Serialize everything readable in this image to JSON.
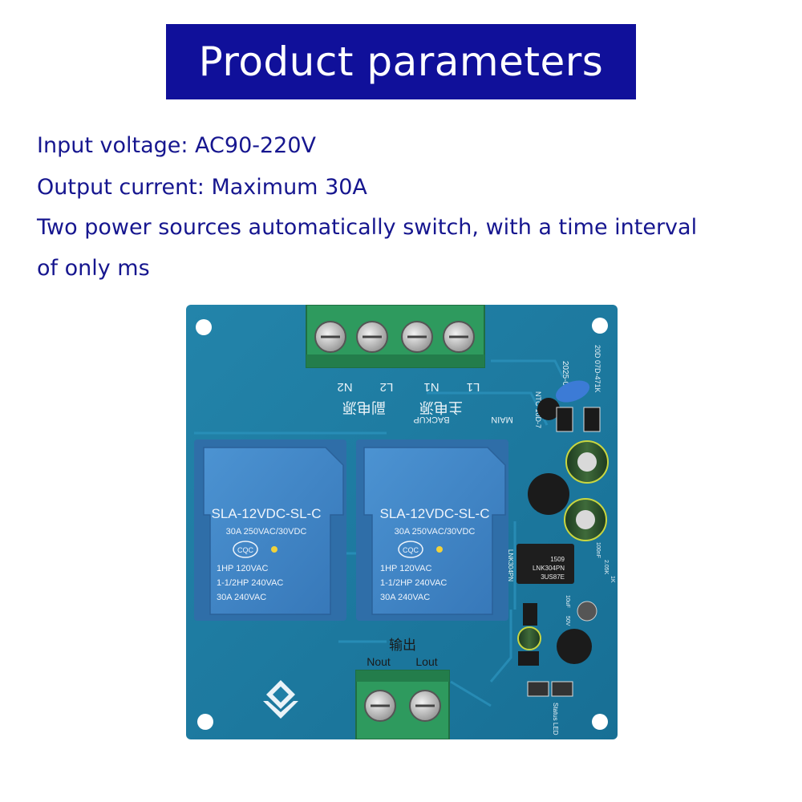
{
  "header": {
    "title": "Product parameters"
  },
  "parameters": [
    "Input voltage: AC90-220V",
    "Output current: Maximum 30A",
    "Two power sources automatically switch, with a time interval",
    "of only ms"
  ],
  "board": {
    "date": "2025-06-24",
    "terminals_top": [
      "N2",
      "L2",
      "N1",
      "L1"
    ],
    "backup_cn": "副电源",
    "main_cn": "主电源",
    "backup_label": "BACKUP",
    "main_label": "MAIN",
    "ntc_label": "NTC-10D-7",
    "varistor_label": "20D 07D-471K",
    "relays": [
      {
        "model": "SLA-12VDC-SL-C",
        "rating": "30A  250VAC/30VDC",
        "cert": "CQC",
        "line1": "1HP 120VAC",
        "line2": "1-1/2HP 240VAC",
        "line3": "30A 240VAC"
      },
      {
        "model": "SLA-12VDC-SL-C",
        "rating": "30A  250VAC/30VDC",
        "cert": "CQC",
        "line1": "1HP 120VAC",
        "line2": "1-1/2HP 240VAC",
        "line3": "30A 240VAC"
      }
    ],
    "chip": {
      "line1": "1509",
      "line2": "LNK304PN",
      "line3": "3US87E",
      "side": "LNK304PN"
    },
    "output_cn": "输出",
    "terminals_bottom": [
      "Nout",
      "Lout"
    ],
    "status_led": "Status LED",
    "cap_values": [
      "100nF",
      "2.05K",
      "1K",
      "10uF",
      "50V"
    ]
  },
  "colors": {
    "banner_bg": "#10109a",
    "text": "#16168f",
    "pcb": "#1f7fa6",
    "relay": "#3f86c7",
    "terminal": "#2e9a5e"
  }
}
